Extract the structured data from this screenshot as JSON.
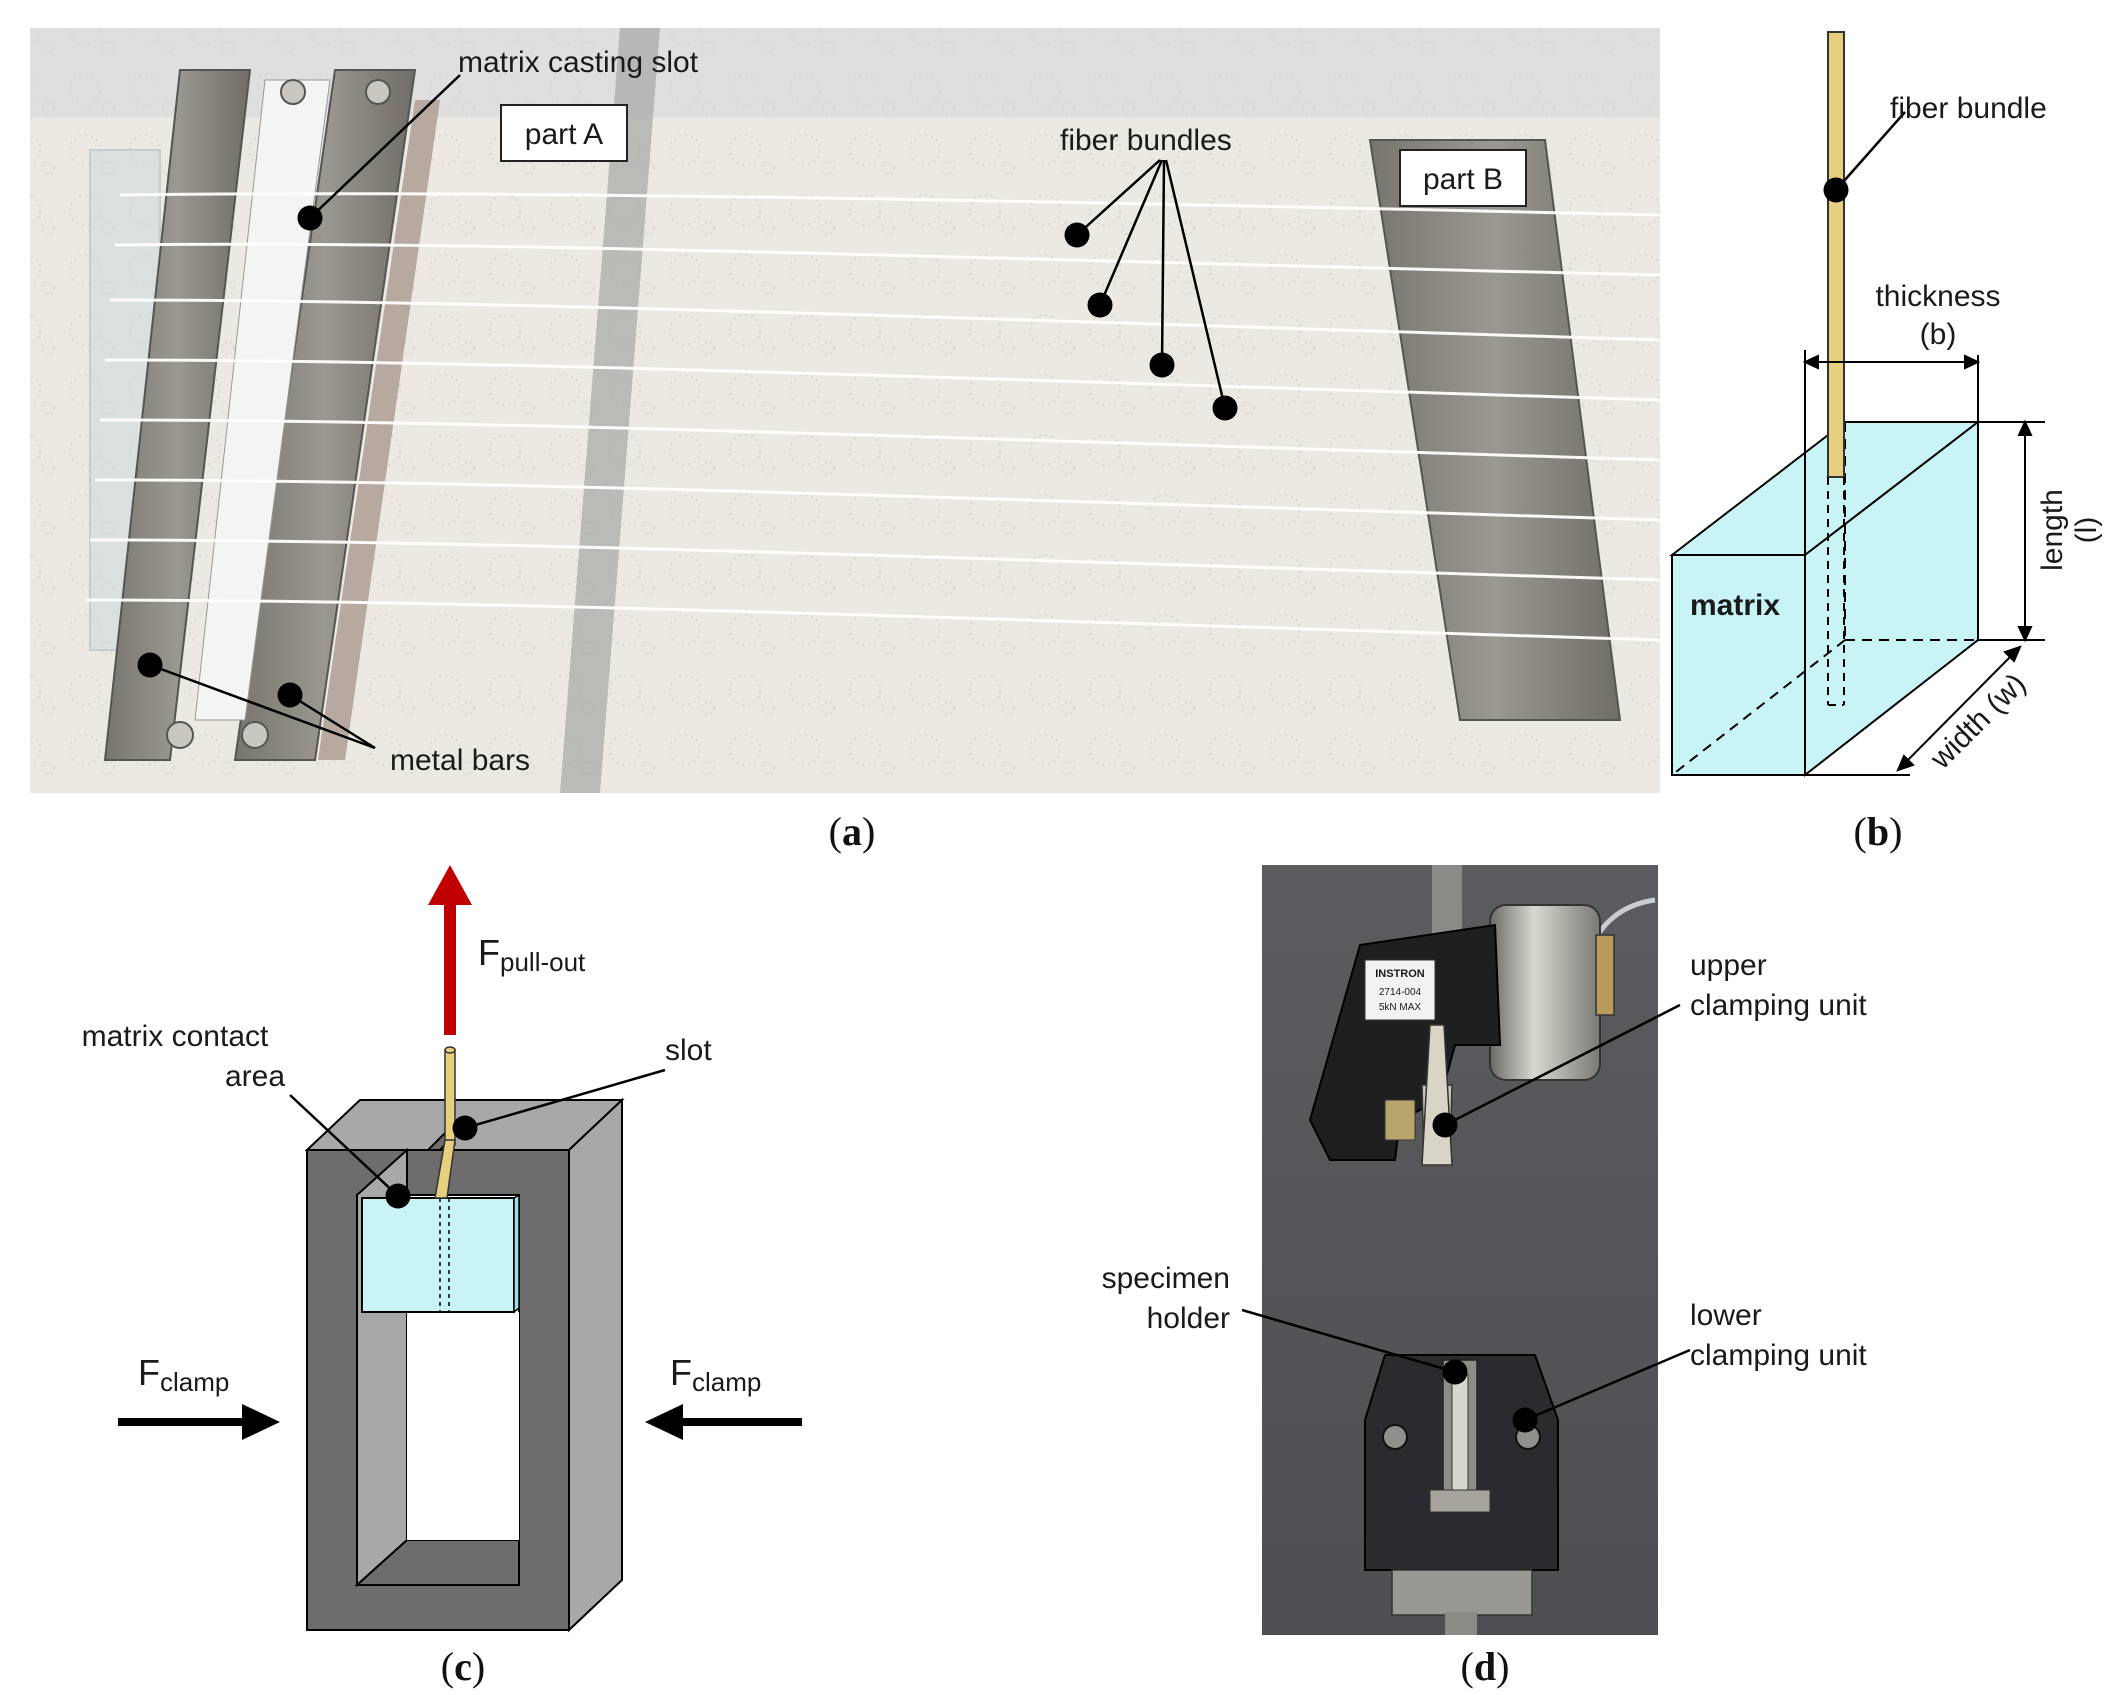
{
  "panel_a": {
    "caption_letter": "a",
    "labels": {
      "matrix_casting_slot": "matrix casting slot",
      "part_a": "part A",
      "fiber_bundles": "fiber bundles",
      "part_b": "part B",
      "metal_bars": "metal bars"
    }
  },
  "panel_b": {
    "caption_letter": "b",
    "labels": {
      "fiber_bundle": "fiber bundle",
      "thickness": "thickness",
      "thickness_symbol": "(b)",
      "length": "length",
      "length_symbol": "(l)",
      "matrix": "matrix",
      "width": "width (w)"
    }
  },
  "panel_c": {
    "caption_letter": "c",
    "labels": {
      "f_main": "F",
      "pullout_sub": "pull-out",
      "clamp_sub": "clamp",
      "matrix_contact_area_1": "matrix contact",
      "matrix_contact_area_2": "area",
      "slot": "slot"
    }
  },
  "panel_d": {
    "caption_letter": "d",
    "labels": {
      "upper_1": "upper",
      "upper_2": "clamping unit",
      "specimen_1": "specimen",
      "specimen_2": "holder",
      "lower_1": "lower",
      "lower_2": "clamping unit",
      "instron_brand": "INSTRON",
      "instron_model": "2714-004",
      "instron_cap": "5kN MAX"
    }
  },
  "colors": {
    "matrix": "#c8f4f6",
    "frame_dark": "#6d6d6d",
    "frame_light": "#a8a8a8",
    "fiber": "#e6cf7e",
    "arrow_red": "#c00000",
    "metal": "#8d8b84",
    "paper": "#e9e7e0",
    "machine_bg": "#55575b"
  }
}
